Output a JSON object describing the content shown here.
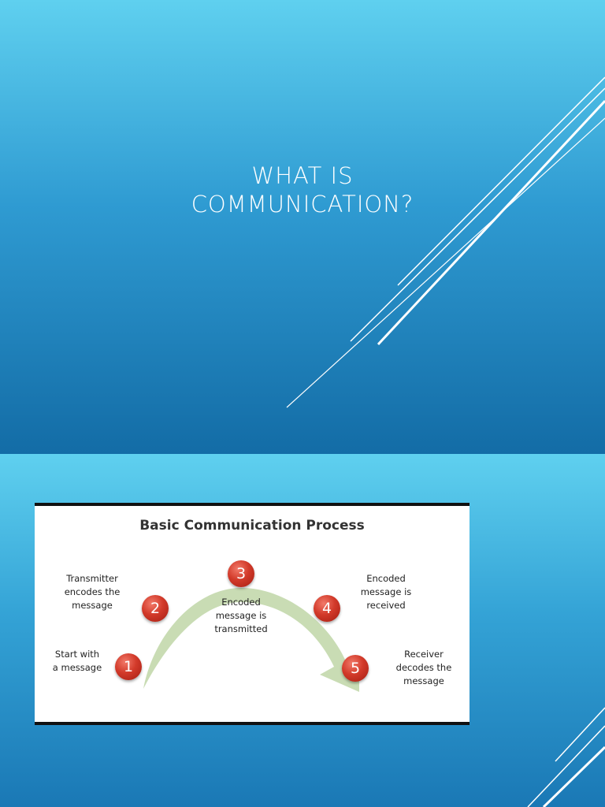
{
  "slides": [
    {
      "title_lines": [
        "WHAT IS",
        "COMMUNICATION?"
      ]
    },
    {
      "figure": {
        "title": "Basic Communication Process",
        "steps": [
          {
            "number": "1",
            "label_lines": [
              "Start with",
              "a message"
            ]
          },
          {
            "number": "2",
            "label_lines": [
              "Transmitter",
              "encodes the",
              "message"
            ]
          },
          {
            "number": "3",
            "label_lines": [
              "Encoded",
              "message is",
              "transmitted"
            ]
          },
          {
            "number": "4",
            "label_lines": [
              "Encoded",
              "message is",
              "received"
            ]
          },
          {
            "number": "5",
            "label_lines": [
              "Receiver",
              "decodes the",
              "message"
            ]
          }
        ]
      }
    }
  ],
  "colors": {
    "step_circle": "#d23a2a",
    "arc_arrow": "#c9dcb4",
    "slide_background_top": "#5fd0ef",
    "slide_background_bottom": "#136ca6"
  }
}
